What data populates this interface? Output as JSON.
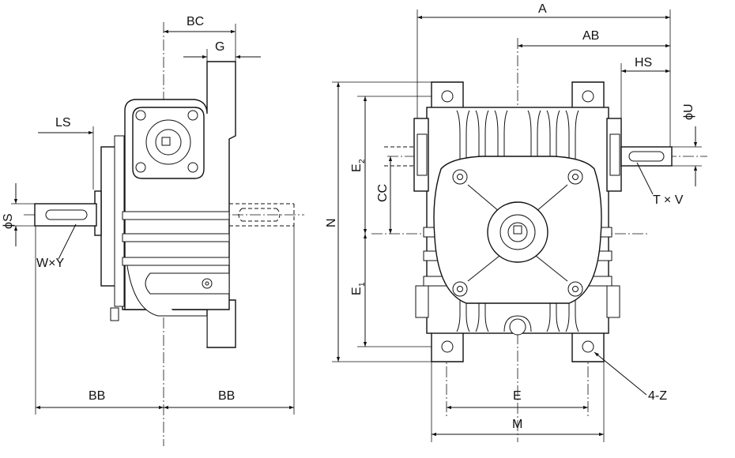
{
  "labels": {
    "bc": "BC",
    "g": "G",
    "ls": "LS",
    "phi_s": "ϕS",
    "wxy": "W×Y",
    "bb_left": "BB",
    "bb_right": "BB",
    "a": "A",
    "ab": "AB",
    "hs": "HS",
    "phi_u": "ϕU",
    "txv": "T × V",
    "n": "N",
    "e2": "E",
    "e2_sub": "2",
    "e1": "E",
    "e1_sub": "1",
    "cc": "CC",
    "e": "E",
    "m": "M",
    "four_z": "4-Z"
  }
}
